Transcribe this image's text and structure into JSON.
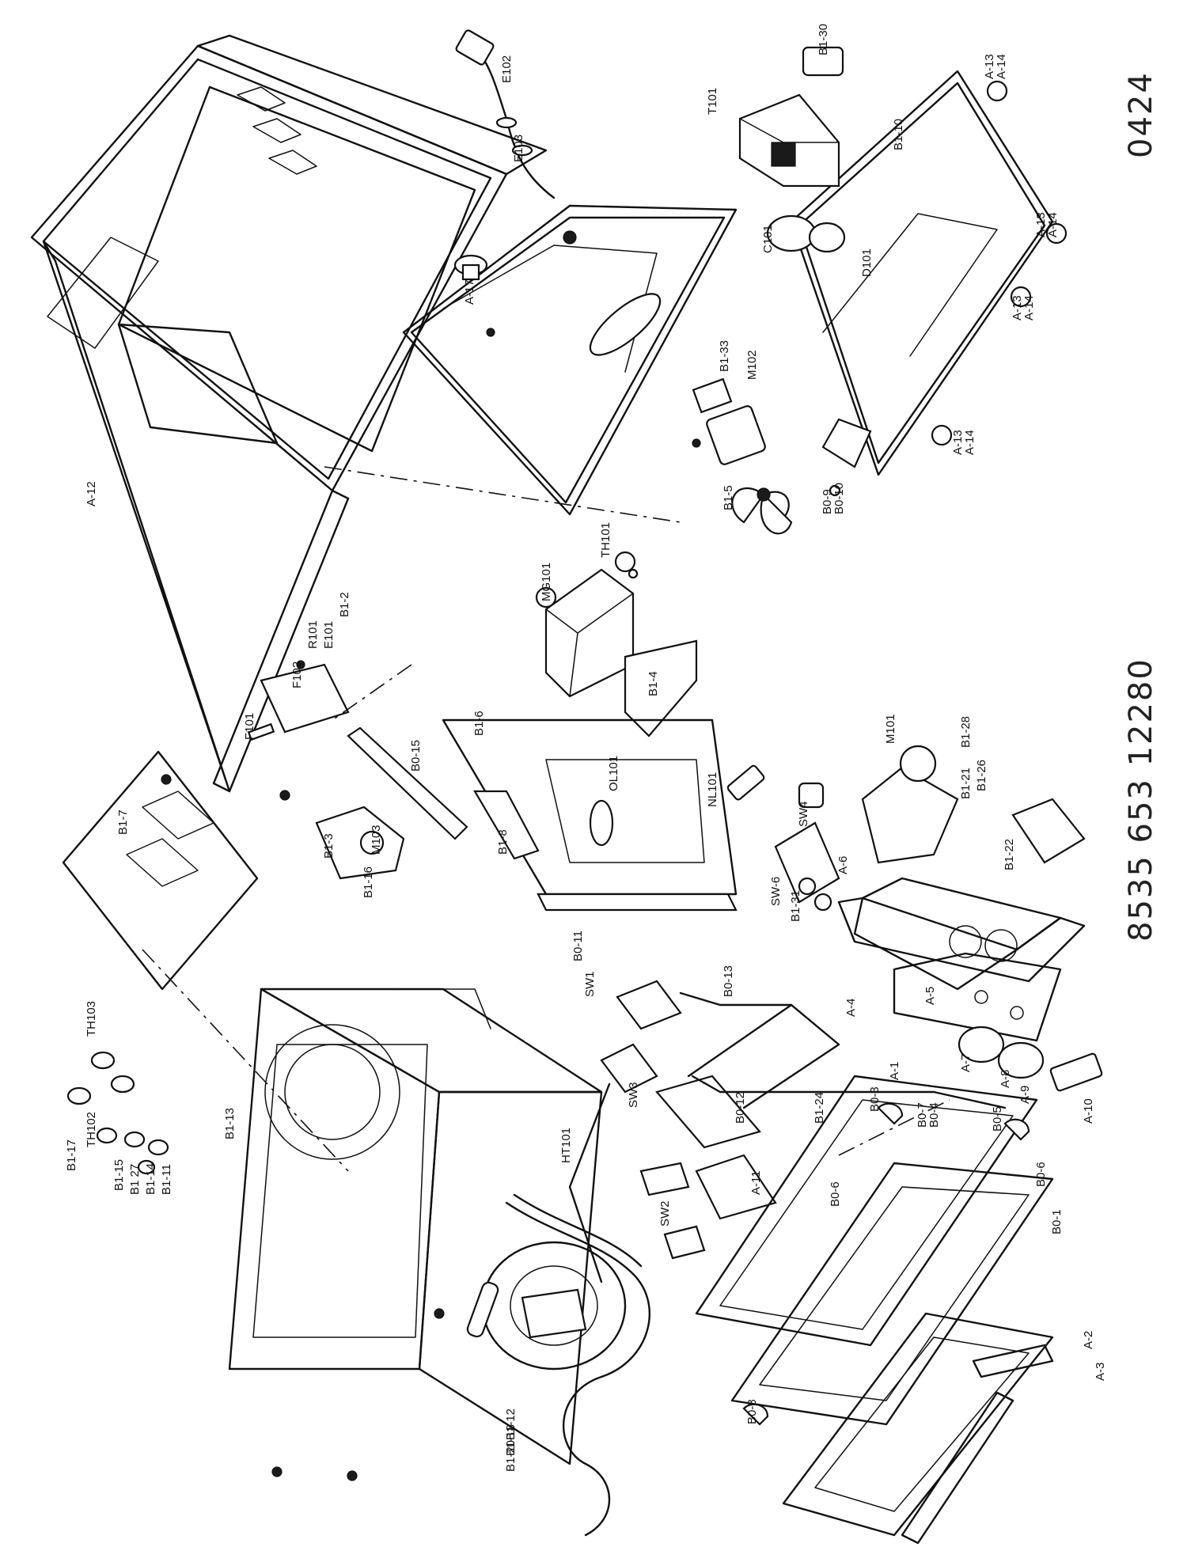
{
  "document": {
    "part_number": "8535 653 12280",
    "revision_code": "0424"
  },
  "labels": [
    "A-12",
    "A-17",
    "E102",
    "E103",
    "T101",
    "B1-30",
    "A-13",
    "A-14",
    "A-13",
    "A-14",
    "A-13",
    "A-14",
    "A-13",
    "A-14",
    "B1-10",
    "C101",
    "D101",
    "B1-33",
    "M102",
    "B1-5",
    "B0-9",
    "B0-10",
    "B1-2",
    "R101",
    "E101",
    "F102",
    "F101",
    "B0-15",
    "B1-7",
    "B1-3",
    "B1-16",
    "M103",
    "B1-6",
    "OL101",
    "B1-8",
    "MG101",
    "TH101",
    "B1-4",
    "NL101",
    "SW4",
    "M101",
    "B1-28",
    "B1-26",
    "B1-22",
    "B1-21",
    "SW-6",
    "B1-31",
    "A-6",
    "A-4",
    "A-5",
    "A-7",
    "A-8",
    "A-9",
    "A-10",
    "TH103",
    "TH102",
    "B1-17",
    "B1-15",
    "B1 27",
    "B1-14",
    "B1-11",
    "B1-13",
    "B0-11",
    "SW1",
    "B0-13",
    "SW3",
    "B0-12",
    "B1-24",
    "SW2",
    "A-1",
    "B0-3",
    "B0-7",
    "B0-4",
    "B0-5",
    "B0-6",
    "B0-6",
    "B0-1",
    "A-11",
    "HT101",
    "B1-12",
    "B1-18",
    "B1-20",
    "B0-8",
    "A-2",
    "A-3"
  ]
}
